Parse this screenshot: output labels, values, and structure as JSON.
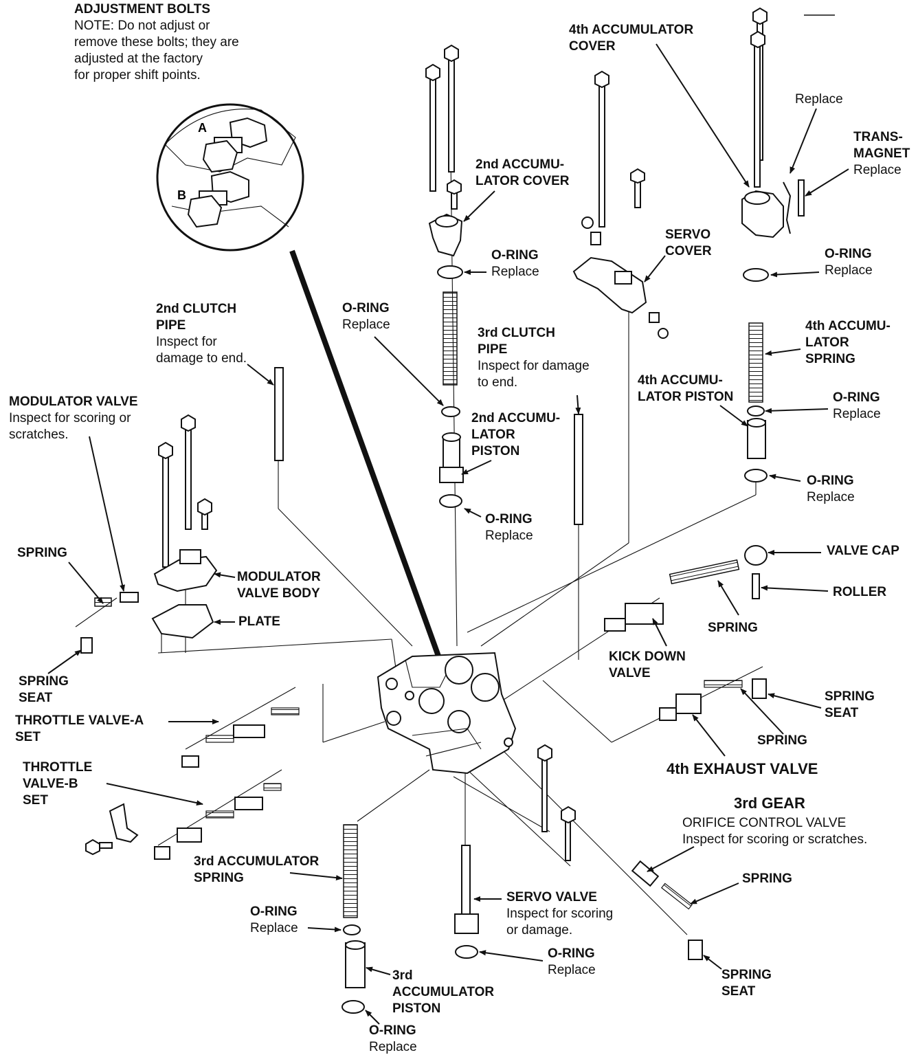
{
  "labels": {
    "adjustment_bolts": {
      "title": "ADJUSTMENT BOLTS",
      "note": [
        "NOTE: Do not adjust or",
        "remove these bolts; they are",
        "adjusted at the factory",
        "for proper shift points."
      ]
    },
    "inset_a": "A",
    "inset_b": "B",
    "accum4_cover": [
      "4th ACCUMULATOR",
      "COVER"
    ],
    "replace_top": "Replace",
    "trans_magnet": [
      "TRANS-",
      "MAGNET"
    ],
    "trans_magnet_note": "Replace",
    "accum2_cover": [
      "2nd ACCUMU-",
      "LATOR COVER"
    ],
    "oring_a": {
      "title": "O-RING",
      "note": "Replace"
    },
    "servo_cover": [
      "SERVO",
      "COVER"
    ],
    "oring_b": {
      "title": "O-RING",
      "note": "Replace"
    },
    "oring_c": {
      "title": "O-RING",
      "note": "Replace"
    },
    "clutch2_pipe": {
      "title": [
        "2nd CLUTCH",
        "PIPE"
      ],
      "note": [
        "Inspect for",
        "damage to end."
      ]
    },
    "clutch3_pipe": {
      "title": [
        "3rd CLUTCH",
        "PIPE"
      ],
      "note": [
        "Inspect for damage",
        "to end."
      ]
    },
    "accum4_spring": [
      "4th ACCUMU-",
      "LATOR",
      "SPRING"
    ],
    "accum4_piston": [
      "4th ACCUMU-",
      "LATOR PISTON"
    ],
    "oring_d": {
      "title": "O-RING",
      "note": "Replace"
    },
    "modulator_valve": {
      "title": "MODULATOR VALVE",
      "note": [
        "Inspect for scoring or",
        "scratches."
      ]
    },
    "accum2_piston": [
      "2nd ACCUMU-",
      "LATOR",
      "PISTON"
    ],
    "oring_e": {
      "title": "O-RING",
      "note": "Replace"
    },
    "oring_f": {
      "title": "O-RING",
      "note": "Replace"
    },
    "spring_left": "SPRING",
    "modulator_body": [
      "MODULATOR",
      "VALVE BODY"
    ],
    "plate": "PLATE",
    "valve_cap": "VALVE CAP",
    "roller": "ROLLER",
    "spring_kick": "SPRING",
    "kick_down": [
      "KICK DOWN",
      "VALVE"
    ],
    "spring_seat_left": [
      "SPRING",
      "SEAT"
    ],
    "throttle_a": [
      "THROTTLE VALVE-A",
      "SET"
    ],
    "spring_seat_right": [
      "SPRING",
      "SEAT"
    ],
    "spring_exhaust": "SPRING",
    "exhaust4": "4th EXHAUST VALVE",
    "throttle_b": [
      "THROTTLE",
      "VALVE-B",
      "SET"
    ],
    "gear3": "3rd GEAR",
    "orifice": {
      "title": "ORIFICE CONTROL VALVE",
      "note": "Inspect for scoring or scratches."
    },
    "accum3_spring": [
      "3rd ACCUMULATOR",
      "SPRING"
    ],
    "spring_orifice": "SPRING",
    "servo_valve": {
      "title": "SERVO VALVE",
      "note": [
        "Inspect for scoring",
        "or damage."
      ]
    },
    "oring_g": {
      "title": "O-RING",
      "note": "Replace"
    },
    "oring_h": {
      "title": "O-RING",
      "note": "Replace"
    },
    "spring_seat_bottom": [
      "SPRING",
      "SEAT"
    ],
    "accum3_piston": [
      "3rd",
      "ACCUMULATOR",
      "PISTON"
    ],
    "oring_i": {
      "title": "O-RING",
      "note": "Replace"
    }
  }
}
